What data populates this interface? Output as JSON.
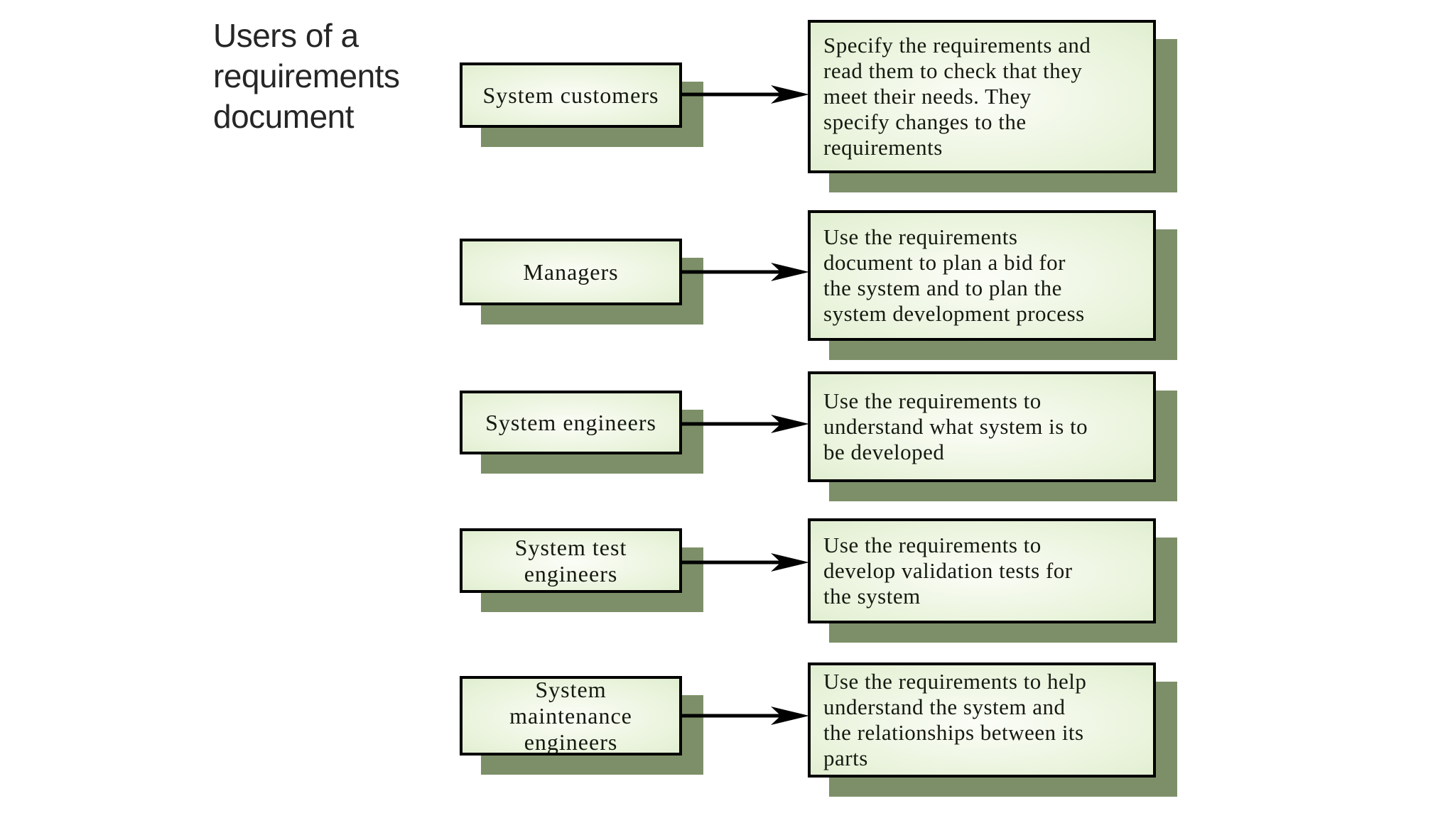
{
  "title": "Users of a requirements document",
  "colors": {
    "background": "#ffffff",
    "border": "#000000",
    "shadow": "#7d8f68",
    "fill_edge": "#cfe3ba",
    "fill_mid": "#e9f3db",
    "fill_center": "#fbfdf7",
    "box_text": "#141a10",
    "title_text": "#262626",
    "arrow": "#000000"
  },
  "rows": [
    {
      "actor": "System customers",
      "description": "Specify the requirements and\nread them to check that they\nmeet their needs. They\nspecify changes to the\nrequirements"
    },
    {
      "actor": "Managers",
      "description": "Use the requirements\ndocument to plan a bid for\nthe system and to plan the\nsystem development process"
    },
    {
      "actor": "System engineers",
      "description": "Use the requirements to\nunderstand what system is to\nbe developed"
    },
    {
      "actor": "System test\nengineers",
      "description": "Use the requirements to\ndevelop validation tests for\nthe system"
    },
    {
      "actor": "System\nmaintenance\nengineers",
      "description": "Use the requirements to help\nunderstand the system and\nthe relationships between its\nparts"
    }
  ]
}
